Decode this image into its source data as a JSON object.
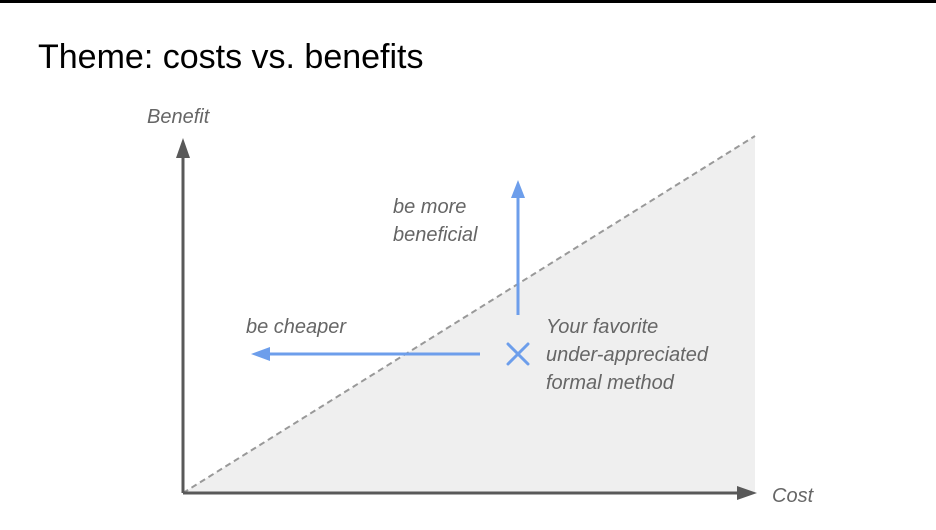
{
  "slide": {
    "title": "Theme: costs vs. benefits"
  },
  "axes": {
    "y_label": "Benefit",
    "x_label": "Cost"
  },
  "annotations": {
    "up_line1": "be more",
    "up_line2": "beneficial",
    "left": "be cheaper",
    "point_line1": "Your favorite",
    "point_line2": "under-appreciated",
    "point_line3": "formal method"
  },
  "icons": {
    "marker": "x-mark-icon"
  },
  "colors": {
    "arrow": "#6d9eeb",
    "axis": "#595959",
    "region": "#efefef",
    "diagonal": "#999999",
    "text": "#666666"
  }
}
